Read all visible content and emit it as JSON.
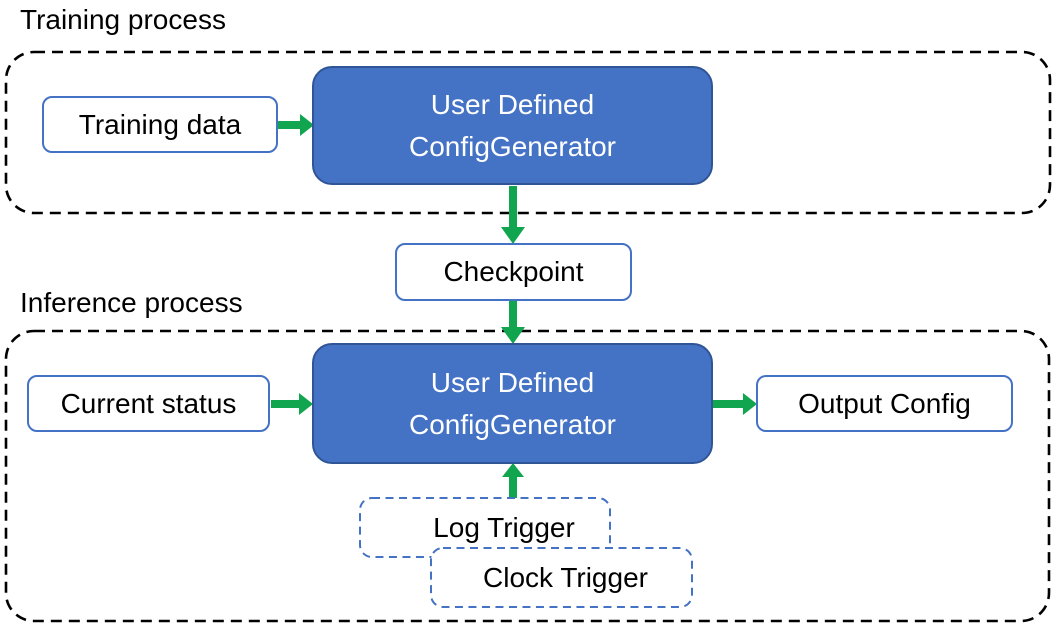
{
  "training": {
    "title": "Training process",
    "data_box": "Training data",
    "generator_line1": "User Defined",
    "generator_line2": "ConfigGenerator"
  },
  "checkpoint": {
    "label": "Checkpoint"
  },
  "inference": {
    "title": "Inference process",
    "status_box": "Current status",
    "generator_line1": "User Defined",
    "generator_line2": "ConfigGenerator",
    "output_box": "Output Config",
    "log_trigger": "Log Trigger",
    "clock_trigger": "Clock Trigger"
  },
  "colors": {
    "generator_fill": "#4472C4",
    "generator_border": "#2F5597",
    "generator_text": "#FFFFFF",
    "io_box_border": "#4472C4",
    "trigger_border": "#4472C4",
    "arrow_green": "#12A54F",
    "container_dash": "#000000",
    "label_text": "#000000",
    "canvas_bg": "#FFFFFF"
  }
}
